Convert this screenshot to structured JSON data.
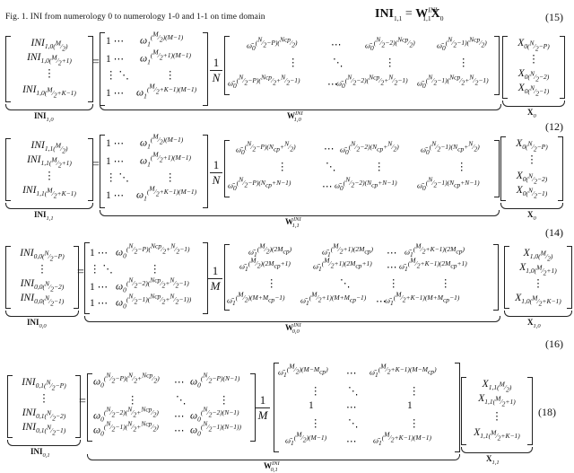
{
  "caption": "Fig. 1.  INI from numerology 0 to numerology 1-0 and 1-1 on time domain",
  "equation_15": {
    "lhs": "INI",
    "lhs_sub": "1,1",
    "rhs_W": "W",
    "rhs_W_sup": "INI",
    "rhs_W_sub": "1,1",
    "rhs_X": "X",
    "rhs_X_sub": "0",
    "number": "(15)"
  },
  "equations": [
    {
      "number": "(12)",
      "lhs_entries": [
        "INI₁,₀(M/2)",
        "INI₁,₀(M/2+1)",
        "⋮",
        "INI₁,₀(M/2+K−1)"
      ],
      "lhs_label": "INI",
      "lhs_label_sub": "1,0",
      "left_matrix": [
        [
          "1 ⋯",
          "ω₁^((M/2)(M−1))"
        ],
        [
          "1 ⋯",
          "ω₁^((M/2+1)(M−1))"
        ],
        [
          "⋮ ⋱",
          "⋮"
        ],
        [
          "1 ⋯",
          "ω₁^((M/2+K−1)(M−1))"
        ]
      ],
      "scale": {
        "num": "1",
        "den": "N"
      },
      "right_matrix": [
        [
          "ω̄₀^((N/2−P)(Ncp/2))",
          "⋯",
          "ω̄₀^((N/2−2)(Ncp/2))",
          "ω̄₀^((N/2−1)(Ncp/2))"
        ],
        [
          "⋮",
          "⋱",
          "⋮",
          "⋮"
        ],
        [
          "ω̄₀^((N/2−P)(Ncp/2+N/2−1))",
          "⋯",
          "ω̄₀^((N/2−2)(Ncp/2+N/2−1))",
          "ω̄₀^((N/2−1)(Ncp/2+N/2−1))"
        ]
      ],
      "W_label": "W",
      "W_sup": "INI",
      "W_sub": "1,0",
      "x_entries": [
        "X₀(N/2−P)",
        "⋮",
        "X₀(N/2−2)",
        "X₀(N/2−1)"
      ],
      "x_label": "X",
      "x_label_sub": "0"
    },
    {
      "number": "(14)",
      "lhs_entries": [
        "INI₁,₁(M/2)",
        "INI₁,₁(M/2+1)",
        "⋮",
        "INI₁,₁(M/2+K−1)"
      ],
      "lhs_label": "INI",
      "lhs_label_sub": "1,1",
      "left_matrix": [
        [
          "1 ⋯",
          "ω₁^((M/2)(M−1))"
        ],
        [
          "1 ⋯",
          "ω₁^((M/2+1)(M−1))"
        ],
        [
          "⋮ ⋱",
          "⋮"
        ],
        [
          "1 ⋯",
          "ω₁^((M/2+K−1)(M−1))"
        ]
      ],
      "scale": {
        "num": "1",
        "den": "N"
      },
      "right_matrix": [
        [
          "ω̄₀^((N/2−P)(Ncp+N/2))",
          "⋯",
          "ω̄₀^((N/2−2)(Ncp+N/2))",
          "ω̄₀^((N/2−1)(Ncp+N/2))"
        ],
        [
          "⋮",
          "⋱",
          "⋮",
          "⋮"
        ],
        [
          "ω̄₀^((N/2−P)(Ncp+N−1))",
          "⋯",
          "ω̄₀^((N/2−2)(Ncp+N−1))",
          "ω̄₀^((N/2−1)(Ncp+N−1))"
        ]
      ],
      "W_label": "W",
      "W_sup": "INI",
      "W_sub": "1,1",
      "x_entries": [
        "X₀(N/2−P)",
        "⋮",
        "X₀(N/2−2)",
        "X₀(N/2−1)"
      ],
      "x_label": "X",
      "x_label_sub": "0"
    },
    {
      "number": "(16)",
      "lhs_entries": [
        "INI₀,₀(N/2−P)",
        "⋮",
        "INI₀,₀(N/2−2)",
        "INI₀,₀(N/2−1)"
      ],
      "lhs_label": "INI",
      "lhs_label_sub": "0,0",
      "left_matrix": [
        [
          "1 ⋯",
          "ω₀^((N/2−P)(Ncp/2+N/2−1))"
        ],
        [
          "⋮ ⋱",
          "⋮"
        ],
        [
          "1 ⋯",
          "ω₀^((N/2−2)(Ncp/2+N/2−1))"
        ],
        [
          "1 ⋯",
          "ω₀^((N/2−1)(Ncp/2+N/2−1))"
        ]
      ],
      "scale": {
        "num": "1",
        "den": "M"
      },
      "right_matrix": [
        [
          "ω̄₁^((M/2)(2Mcp))",
          "ω̄₁^((M/2+1)(2Mcp))",
          "⋯",
          "ω̄₁^((M/2+K−1)(2Mcp))"
        ],
        [
          "ω̄₁^((M/2)(2Mcp+1))",
          "ω̄₁^((M/2+1)(2Mcp+1))",
          "⋯",
          "ω̄₁^((M/2+K−1)(2Mcp+1))"
        ],
        [
          "⋮",
          "⋱",
          "⋮",
          "⋮"
        ],
        [
          "ω̄₁^((M/2)(M+Mcp−1))",
          "ω̄₁^((M/2+1)(M+Mcp−1))",
          "⋯",
          "ω̄₁^((M/2+K−1)(M+Mcp−1))"
        ]
      ],
      "W_label": "W",
      "W_sup": "INI",
      "W_sub": "0,0",
      "x_entries": [
        "X₁,₀(M/2)",
        "X₁,₀(M/2+1)",
        "⋮",
        "X₁,₀(M/2+K−1)"
      ],
      "x_label": "X",
      "x_label_sub": "1,0"
    },
    {
      "number": "(18)",
      "lhs_entries": [
        "INI₀,₁(N/2−P)",
        "⋮",
        "INI₀,₁(N/2−2)",
        "INI₀,₁(N/2−1)"
      ],
      "lhs_label": "INI",
      "lhs_label_sub": "0,1",
      "left_matrix": [
        [
          "ω₀^((N/2−P)(N/2+Ncp/2))",
          "⋯",
          "ω₀^((N/2−P)(N−1))"
        ],
        [
          "⋮",
          "⋱",
          "⋮"
        ],
        [
          "ω₀^((N/2−2)(N/2+Ncp/2))",
          "⋯",
          "ω₀^((N/2−2)(N−1))"
        ],
        [
          "ω₀^((N/2−1)(N/2+Ncp/2))",
          "⋯",
          "ω₀^((N/2−1)(N−1))"
        ]
      ],
      "scale": {
        "num": "1",
        "den": "M"
      },
      "right_matrix": [
        [
          "ω̄₁^((M/2)(M−Mcp))",
          "⋯",
          "ω̄₁^((M/2+K−1)(M−Mcp))"
        ],
        [
          "⋮",
          "⋱",
          "⋮"
        ],
        [
          "1",
          "⋯",
          "1"
        ],
        [
          "⋮",
          "⋱",
          "⋮"
        ],
        [
          "ω̄₁^((M/2)(M−1))",
          "⋯",
          "ω̄₁^((M/2+K−1)(M−1))"
        ]
      ],
      "W_label": "W",
      "W_sup": "INI",
      "W_sub": "0,1",
      "x_entries": [
        "X₁,₁(M/2)",
        "X₁,₁(M/2+1)",
        "⋮",
        "X₁,₁(M/2+K−1)"
      ],
      "x_label": "X",
      "x_label_sub": "1,1"
    }
  ],
  "display": {
    "eq12": {
      "lhs": [
        "INI<sub>1,0(<sup>M</sup>⁄<sub>2</sub>)</sub>",
        "INI<sub>1,0(<sup>M</sup>⁄<sub>2</sub>+1)</sub>",
        "⋮",
        "INI<sub>1,0(<sup>M</sup>⁄<sub>2</sub>+K−1)</sub>"
      ]
    }
  }
}
